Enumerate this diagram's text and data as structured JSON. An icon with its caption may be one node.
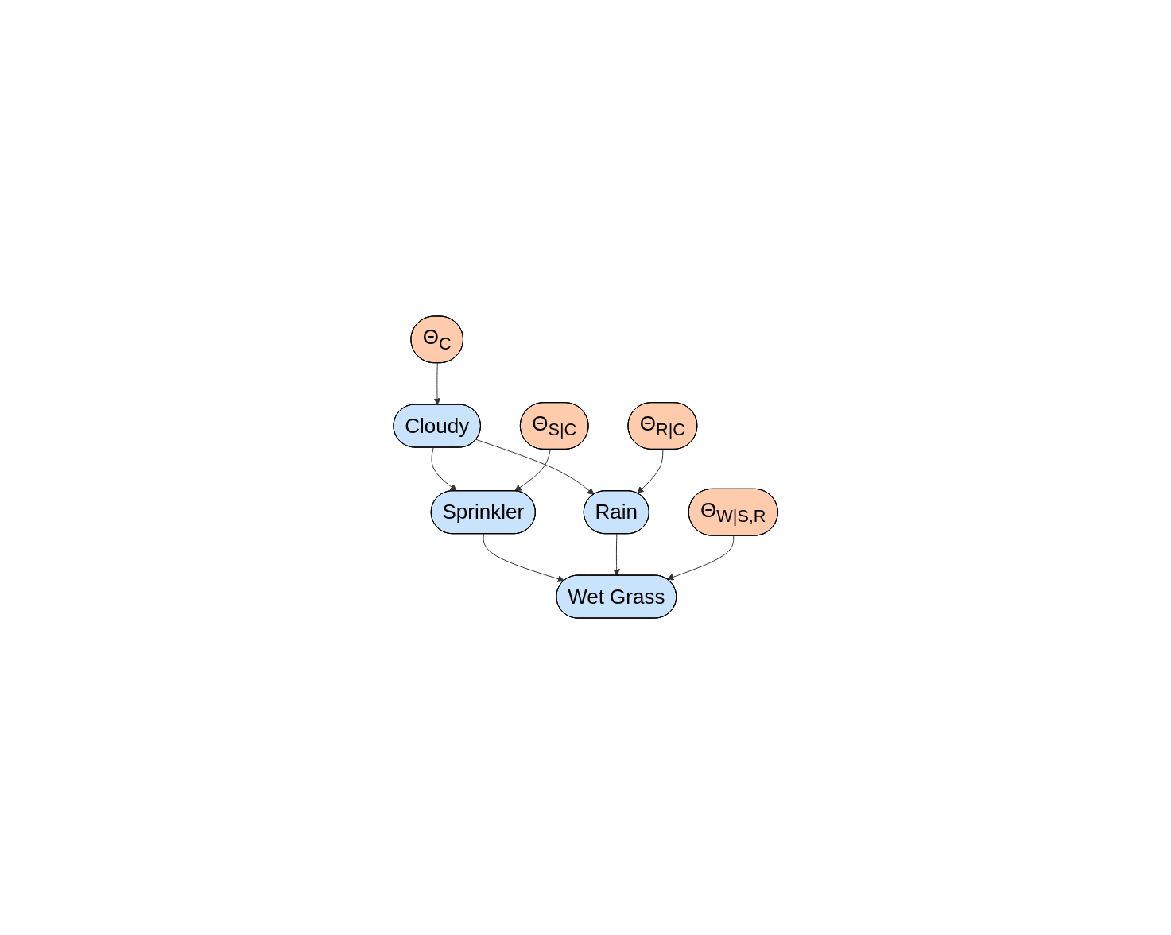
{
  "diagram": {
    "nodes": [
      {
        "text": [
          "Θ$_{C}$"
        ]
      },
      {
        "text": [
          "Cloudy"
        ]
      },
      {
        "text": [
          "Θ$_{S|C}$"
        ]
      },
      {
        "text": [
          "Θ$_{R|C}$"
        ]
      },
      {
        "text": [
          "Sprinkler"
        ]
      },
      {
        "text": [
          "Rain"
        ]
      },
      {
        "text": [
          "Wet Grass"
        ]
      },
      {
        "text": [
          "Θ$_{W|S,R}$"
        ]
      }
    ],
    "edges": [
      {
        "from": 0,
        "to": 1,
        "arrow": "to"
      },
      {
        "from": 1,
        "to": 4,
        "arrow": "to"
      },
      {
        "from": 1,
        "to": 5,
        "arrow": "to"
      },
      {
        "from": 2,
        "to": 4,
        "arrow": "to"
      },
      {
        "from": 3,
        "to": 5,
        "arrow": "to"
      },
      {
        "from": 4,
        "to": 6,
        "arrow": "to"
      },
      {
        "from": 5,
        "to": 6,
        "arrow": "to"
      },
      {
        "from": 7,
        "to": 6,
        "arrow": "to"
      }
    ]
  }
}
